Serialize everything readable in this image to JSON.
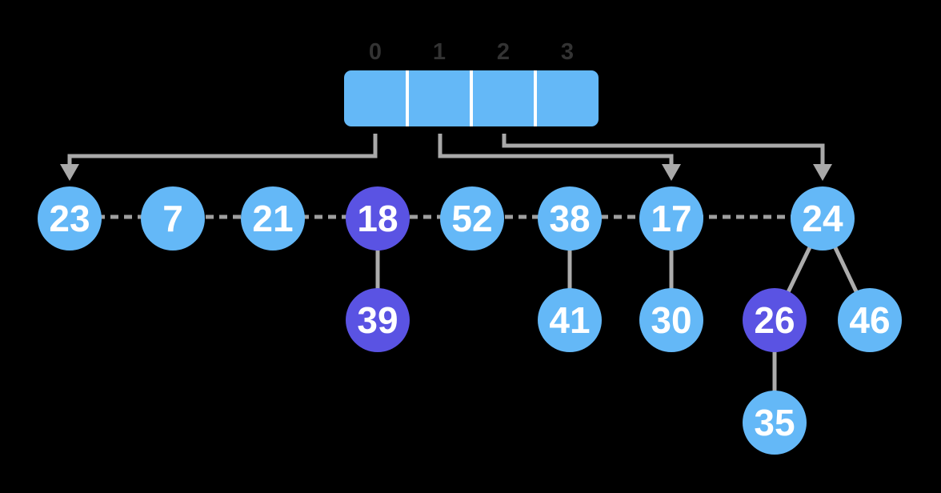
{
  "diagram_type": "fibonacci-heap-with-degree-array",
  "array": {
    "indices": [
      "0",
      "1",
      "2",
      "3"
    ],
    "slot_count": 4
  },
  "arrows": [
    {
      "from_slot": "0",
      "to_node": "23"
    },
    {
      "from_slot": "1",
      "to_node": "17"
    },
    {
      "from_slot": "2",
      "to_node": "24"
    }
  ],
  "root_list": [
    "23",
    "7",
    "21",
    "18",
    "52",
    "38",
    "17",
    "24"
  ],
  "edges": [
    {
      "parent": "18",
      "child": "39"
    },
    {
      "parent": "38",
      "child": "41"
    },
    {
      "parent": "17",
      "child": "30"
    },
    {
      "parent": "24",
      "child": "26"
    },
    {
      "parent": "24",
      "child": "46"
    },
    {
      "parent": "26",
      "child": "35"
    }
  ],
  "nodes": [
    {
      "value": "23",
      "marked": false
    },
    {
      "value": "7",
      "marked": false
    },
    {
      "value": "21",
      "marked": false
    },
    {
      "value": "18",
      "marked": true
    },
    {
      "value": "52",
      "marked": false
    },
    {
      "value": "38",
      "marked": false
    },
    {
      "value": "17",
      "marked": false
    },
    {
      "value": "24",
      "marked": false
    },
    {
      "value": "39",
      "marked": true
    },
    {
      "value": "41",
      "marked": false
    },
    {
      "value": "30",
      "marked": false
    },
    {
      "value": "26",
      "marked": true
    },
    {
      "value": "46",
      "marked": false
    },
    {
      "value": "35",
      "marked": false
    }
  ],
  "colors": {
    "background": "#000000",
    "node_blue": "#64B8F7",
    "node_marked_purple": "#5A53E3",
    "array_fill": "#64B8F7",
    "array_divider": "#FFFFFF",
    "wire_gray": "#A9A9A9",
    "dash_gray": "#9F9F9F",
    "index_text": "#333333",
    "node_text": "#FFFFFF"
  }
}
